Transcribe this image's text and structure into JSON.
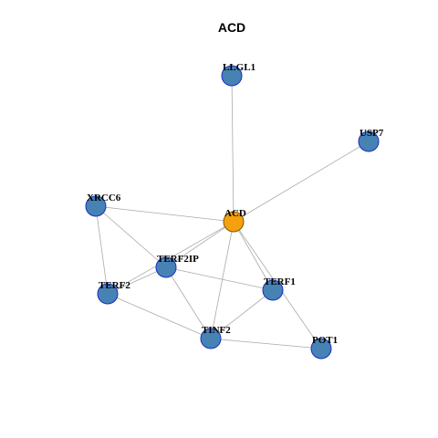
{
  "title": "ACD",
  "colors": {
    "center_fill": "#f5a00f",
    "center_stroke": "#7a5a00",
    "node_fill": "#4682b4",
    "node_stroke": "#1a2fbf",
    "edge": "#aaaaaa"
  },
  "nodes": [
    {
      "id": "ACD",
      "label": "ACD",
      "center": true
    },
    {
      "id": "LLGL1",
      "label": "LLGL1"
    },
    {
      "id": "USP7",
      "label": "USP7"
    },
    {
      "id": "XRCC6",
      "label": "XRCC6"
    },
    {
      "id": "TERF2IP",
      "label": "TERF2IP"
    },
    {
      "id": "TERF2",
      "label": "TERF2"
    },
    {
      "id": "TERF1",
      "label": "TERF1"
    },
    {
      "id": "TINF2",
      "label": "TINF2"
    },
    {
      "id": "POT1",
      "label": "POT1"
    }
  ],
  "edges": [
    [
      "ACD",
      "LLGL1"
    ],
    [
      "ACD",
      "USP7"
    ],
    [
      "ACD",
      "XRCC6"
    ],
    [
      "ACD",
      "TERF2IP"
    ],
    [
      "ACD",
      "TERF2"
    ],
    [
      "ACD",
      "TERF1"
    ],
    [
      "ACD",
      "TINF2"
    ],
    [
      "ACD",
      "POT1"
    ],
    [
      "XRCC6",
      "TERF2IP"
    ],
    [
      "XRCC6",
      "TERF2"
    ],
    [
      "TERF2IP",
      "TERF2"
    ],
    [
      "TERF2IP",
      "TERF1"
    ],
    [
      "TERF2IP",
      "TINF2"
    ],
    [
      "TERF2",
      "TINF2"
    ],
    [
      "TERF1",
      "TINF2"
    ],
    [
      "TINF2",
      "POT1"
    ]
  ]
}
